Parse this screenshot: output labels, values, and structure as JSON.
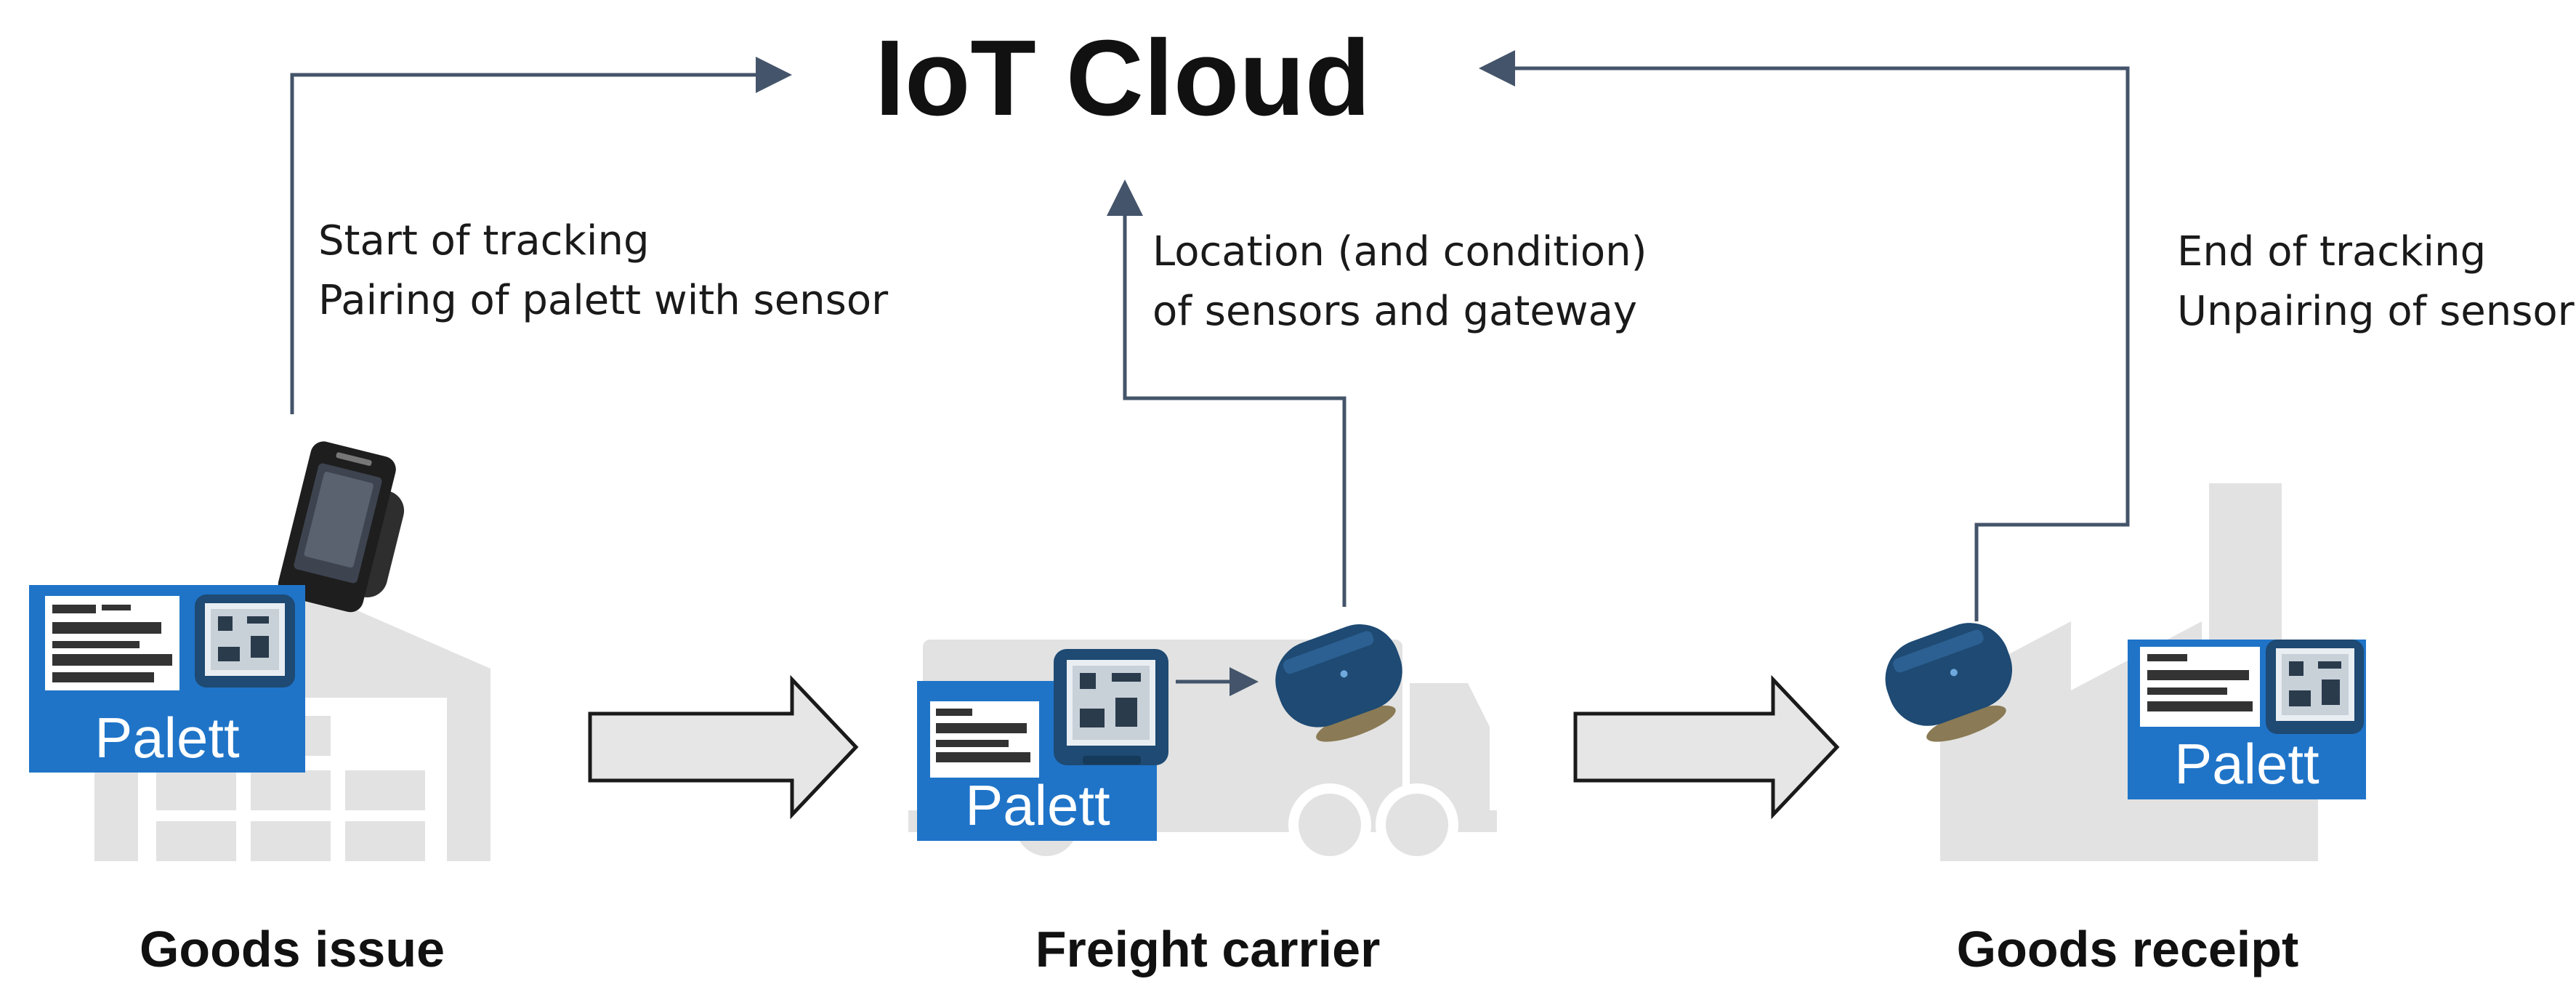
{
  "title": "IoT Cloud",
  "notes": {
    "start_line1": "Start of tracking",
    "start_line2": "Pairing of palett with sensor",
    "location_line1": "Location (and condition)",
    "location_line2": "of sensors and gateway",
    "end_line1": "End of tracking",
    "end_line2": "Unpairing of sensor"
  },
  "stages": {
    "goods_issue": "Goods issue",
    "freight_carrier": "Freight carrier",
    "goods_receipt": "Goods receipt"
  },
  "palett_label": "Palett",
  "icons": {
    "scanner": "handheld-scanner-icon",
    "sensor": "sensor-tag-icon",
    "gateway": "gateway-icon",
    "warehouse": "warehouse-icon",
    "truck": "truck-icon",
    "factory": "factory-icon"
  },
  "colors": {
    "arrow": "#44546a",
    "palett_blue": "#1f74c8",
    "device_blue": "#1e4a73",
    "background_shape": "#e2e2e2"
  }
}
